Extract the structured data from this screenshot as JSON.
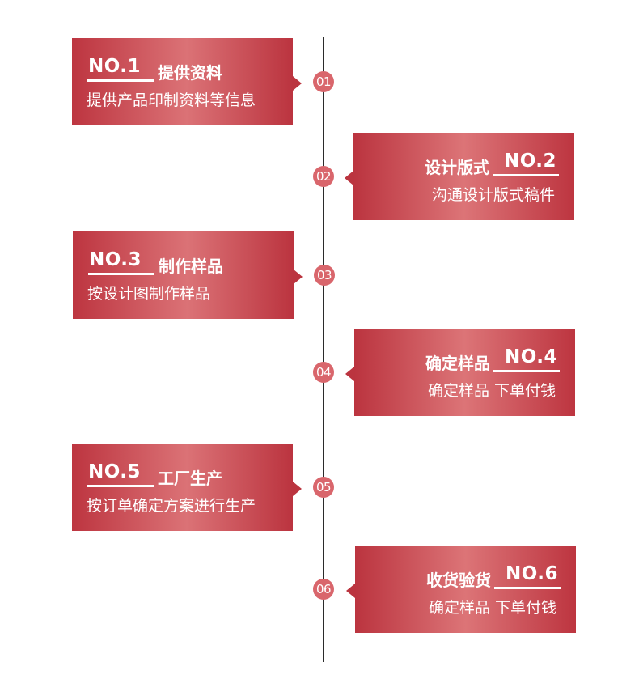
{
  "steps": [
    {
      "node": "01",
      "number": "NO.1",
      "title": "提供资料",
      "desc": "提供产品印制资料等信息",
      "side": "left"
    },
    {
      "node": "02",
      "number": "NO.2",
      "title": "设计版式",
      "desc": "沟通设计版式稿件",
      "side": "right"
    },
    {
      "node": "03",
      "number": "NO.3",
      "title": "制作样品",
      "desc": "按设计图制作样品",
      "side": "left"
    },
    {
      "node": "04",
      "number": "NO.4",
      "title": "确定样品",
      "desc": "确定样品 下单付钱",
      "side": "right"
    },
    {
      "node": "05",
      "number": "NO.5",
      "title": "工厂生产",
      "desc": "按订单确定方案进行生产",
      "side": "left"
    },
    {
      "node": "06",
      "number": "NO.6",
      "title": "收货验货",
      "desc": "确定样品 下单付钱",
      "side": "right"
    }
  ],
  "colors": {
    "accent": "#c2434b",
    "node": "#d9666c",
    "line": "#2b2b2b"
  }
}
